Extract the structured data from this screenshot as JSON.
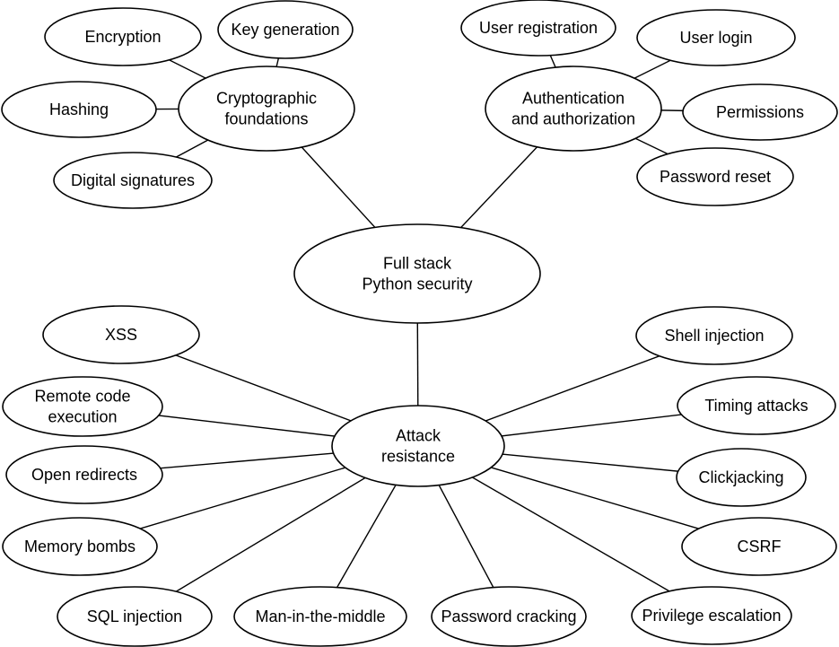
{
  "nodes": {
    "root": {
      "label": [
        "Full stack",
        "Python security"
      ]
    },
    "crypto": {
      "label": [
        "Cryptographic",
        "foundations"
      ]
    },
    "auth": {
      "label": [
        "Authentication",
        "and authorization"
      ]
    },
    "attack": {
      "label": [
        "Attack",
        "resistance"
      ]
    },
    "encryption": {
      "label": [
        "Encryption"
      ]
    },
    "key_generation": {
      "label": [
        "Key generation"
      ]
    },
    "hashing": {
      "label": [
        "Hashing"
      ]
    },
    "digital_signatures": {
      "label": [
        "Digital signatures"
      ]
    },
    "user_registration": {
      "label": [
        "User registration"
      ]
    },
    "user_login": {
      "label": [
        "User login"
      ]
    },
    "permissions": {
      "label": [
        "Permissions"
      ]
    },
    "password_reset": {
      "label": [
        "Password reset"
      ]
    },
    "xss": {
      "label": [
        "XSS"
      ]
    },
    "remote_code_execution": {
      "label": [
        "Remote code",
        "execution"
      ]
    },
    "open_redirects": {
      "label": [
        "Open redirects"
      ]
    },
    "memory_bombs": {
      "label": [
        "Memory bombs"
      ]
    },
    "sql_injection": {
      "label": [
        "SQL injection"
      ]
    },
    "man_in_the_middle": {
      "label": [
        "Man-in-the-middle"
      ]
    },
    "password_cracking": {
      "label": [
        "Password cracking"
      ]
    },
    "privilege_escalation": {
      "label": [
        "Privilege escalation"
      ]
    },
    "csrf": {
      "label": [
        "CSRF"
      ]
    },
    "clickjacking": {
      "label": [
        "Clickjacking"
      ]
    },
    "timing_attacks": {
      "label": [
        "Timing attacks"
      ]
    },
    "shell_injection": {
      "label": [
        "Shell injection"
      ]
    }
  },
  "edges": [
    [
      "root",
      "crypto"
    ],
    [
      "root",
      "auth"
    ],
    [
      "root",
      "attack"
    ],
    [
      "crypto",
      "encryption"
    ],
    [
      "crypto",
      "key_generation"
    ],
    [
      "crypto",
      "hashing"
    ],
    [
      "crypto",
      "digital_signatures"
    ],
    [
      "auth",
      "user_registration"
    ],
    [
      "auth",
      "user_login"
    ],
    [
      "auth",
      "permissions"
    ],
    [
      "auth",
      "password_reset"
    ],
    [
      "attack",
      "xss"
    ],
    [
      "attack",
      "remote_code_execution"
    ],
    [
      "attack",
      "open_redirects"
    ],
    [
      "attack",
      "memory_bombs"
    ],
    [
      "attack",
      "sql_injection"
    ],
    [
      "attack",
      "man_in_the_middle"
    ],
    [
      "attack",
      "password_cracking"
    ],
    [
      "attack",
      "privilege_escalation"
    ],
    [
      "attack",
      "csrf"
    ],
    [
      "attack",
      "clickjacking"
    ],
    [
      "attack",
      "timing_attacks"
    ],
    [
      "attack",
      "shell_injection"
    ]
  ]
}
